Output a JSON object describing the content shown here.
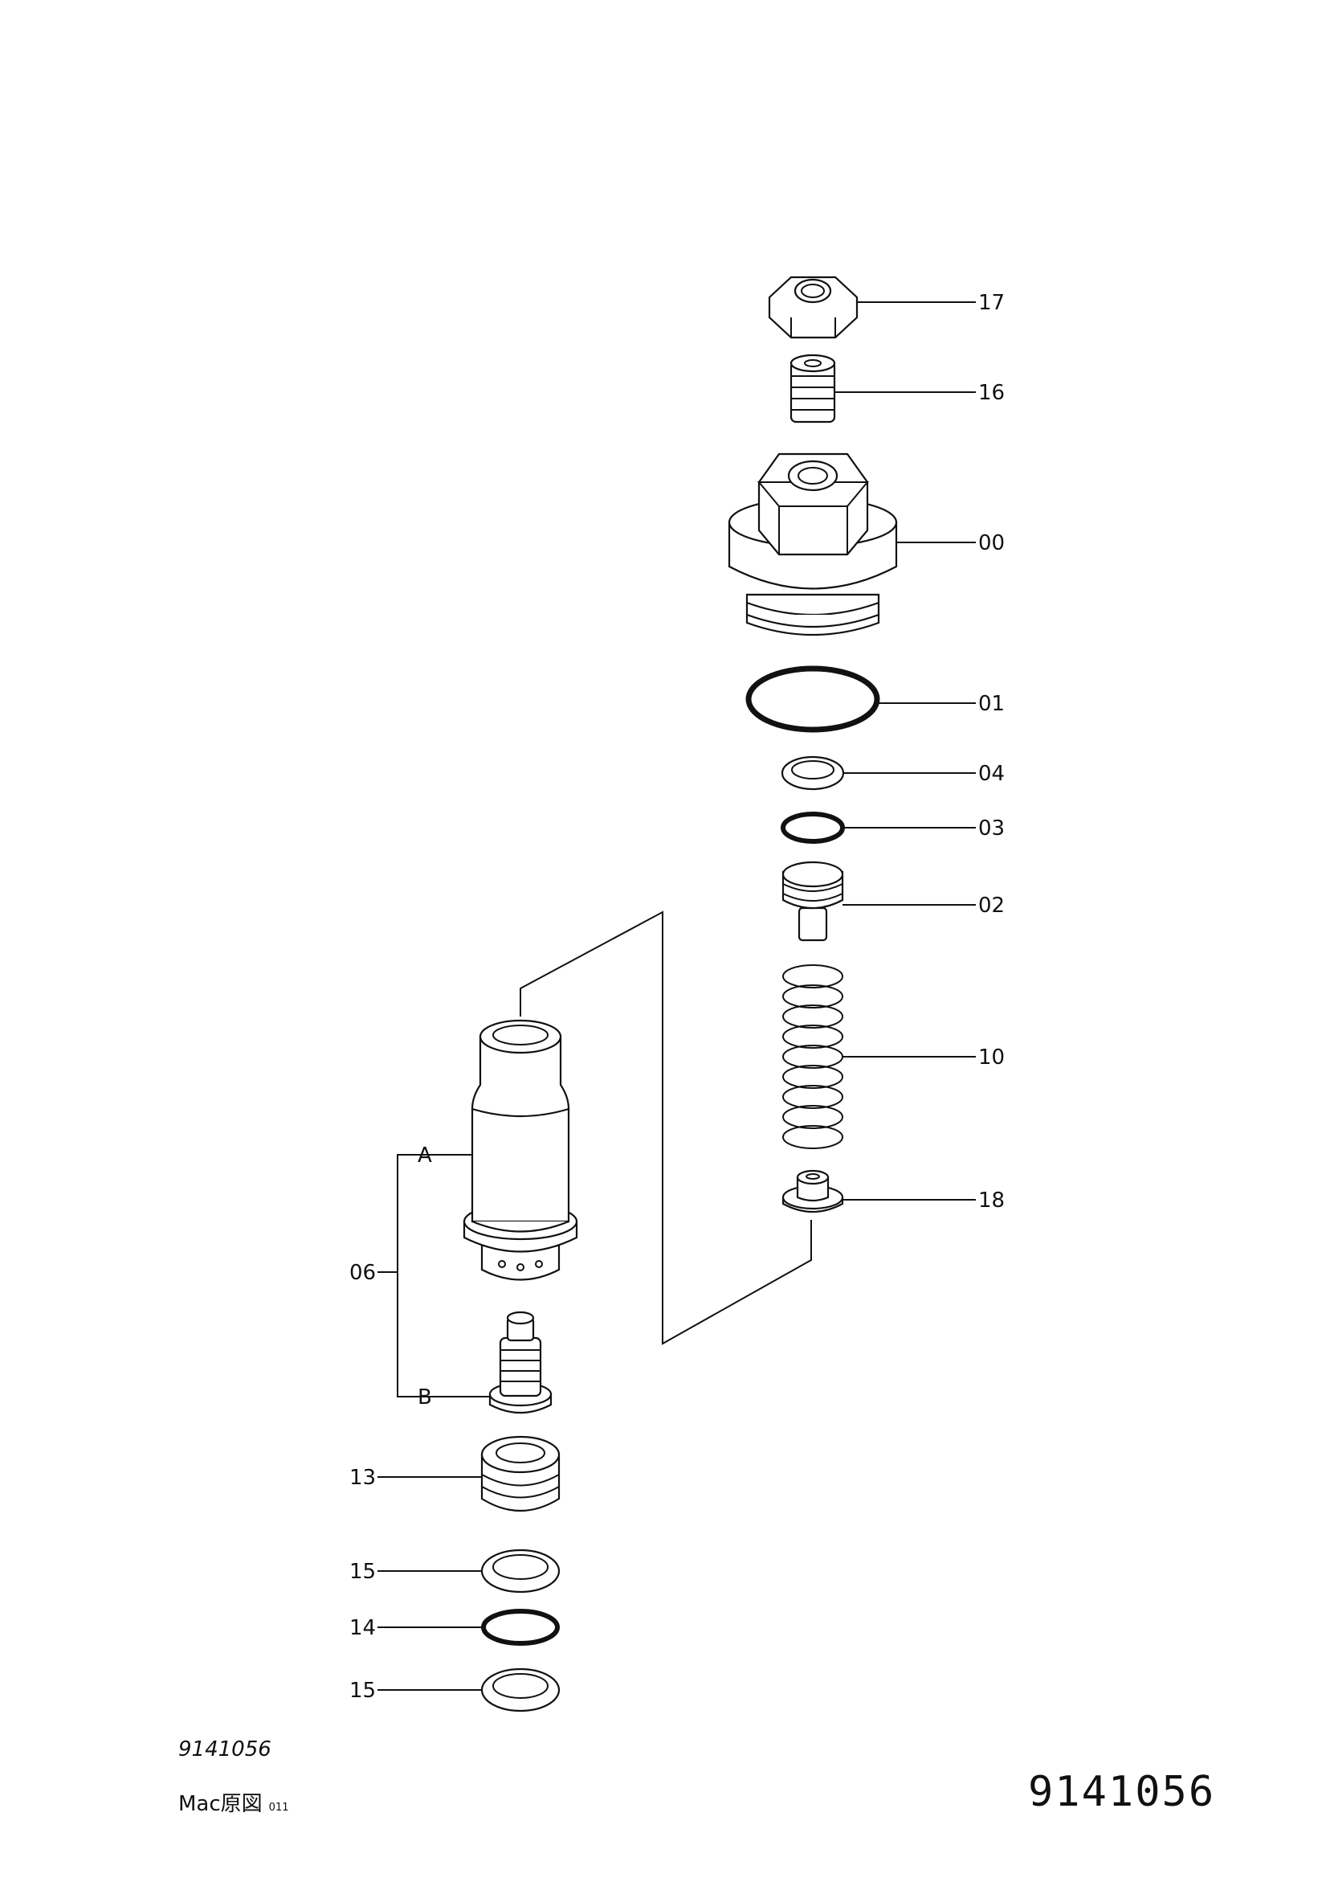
{
  "parts": [
    {
      "id": "17"
    },
    {
      "id": "16"
    },
    {
      "id": "00"
    },
    {
      "id": "01"
    },
    {
      "id": "04"
    },
    {
      "id": "03"
    },
    {
      "id": "02"
    },
    {
      "id": "10"
    },
    {
      "id": "18"
    },
    {
      "id": "06"
    },
    {
      "id": "13"
    },
    {
      "id": "15a",
      "label": "15"
    },
    {
      "id": "14"
    },
    {
      "id": "15b",
      "label": "15"
    }
  ],
  "labels": {
    "p17": "17",
    "p16": "16",
    "p00": "00",
    "p01": "01",
    "p04": "04",
    "p03": "03",
    "p02": "02",
    "p10": "10",
    "p18": "18",
    "p06": "06",
    "p13": "13",
    "p15a": "15",
    "p14": "14",
    "p15b": "15",
    "subA": "A",
    "subB": "B"
  },
  "footer": {
    "doc_code_small": "9141056",
    "mac_text": "Mac原図",
    "mac_code": "011",
    "doc_code_large": "9141056"
  }
}
